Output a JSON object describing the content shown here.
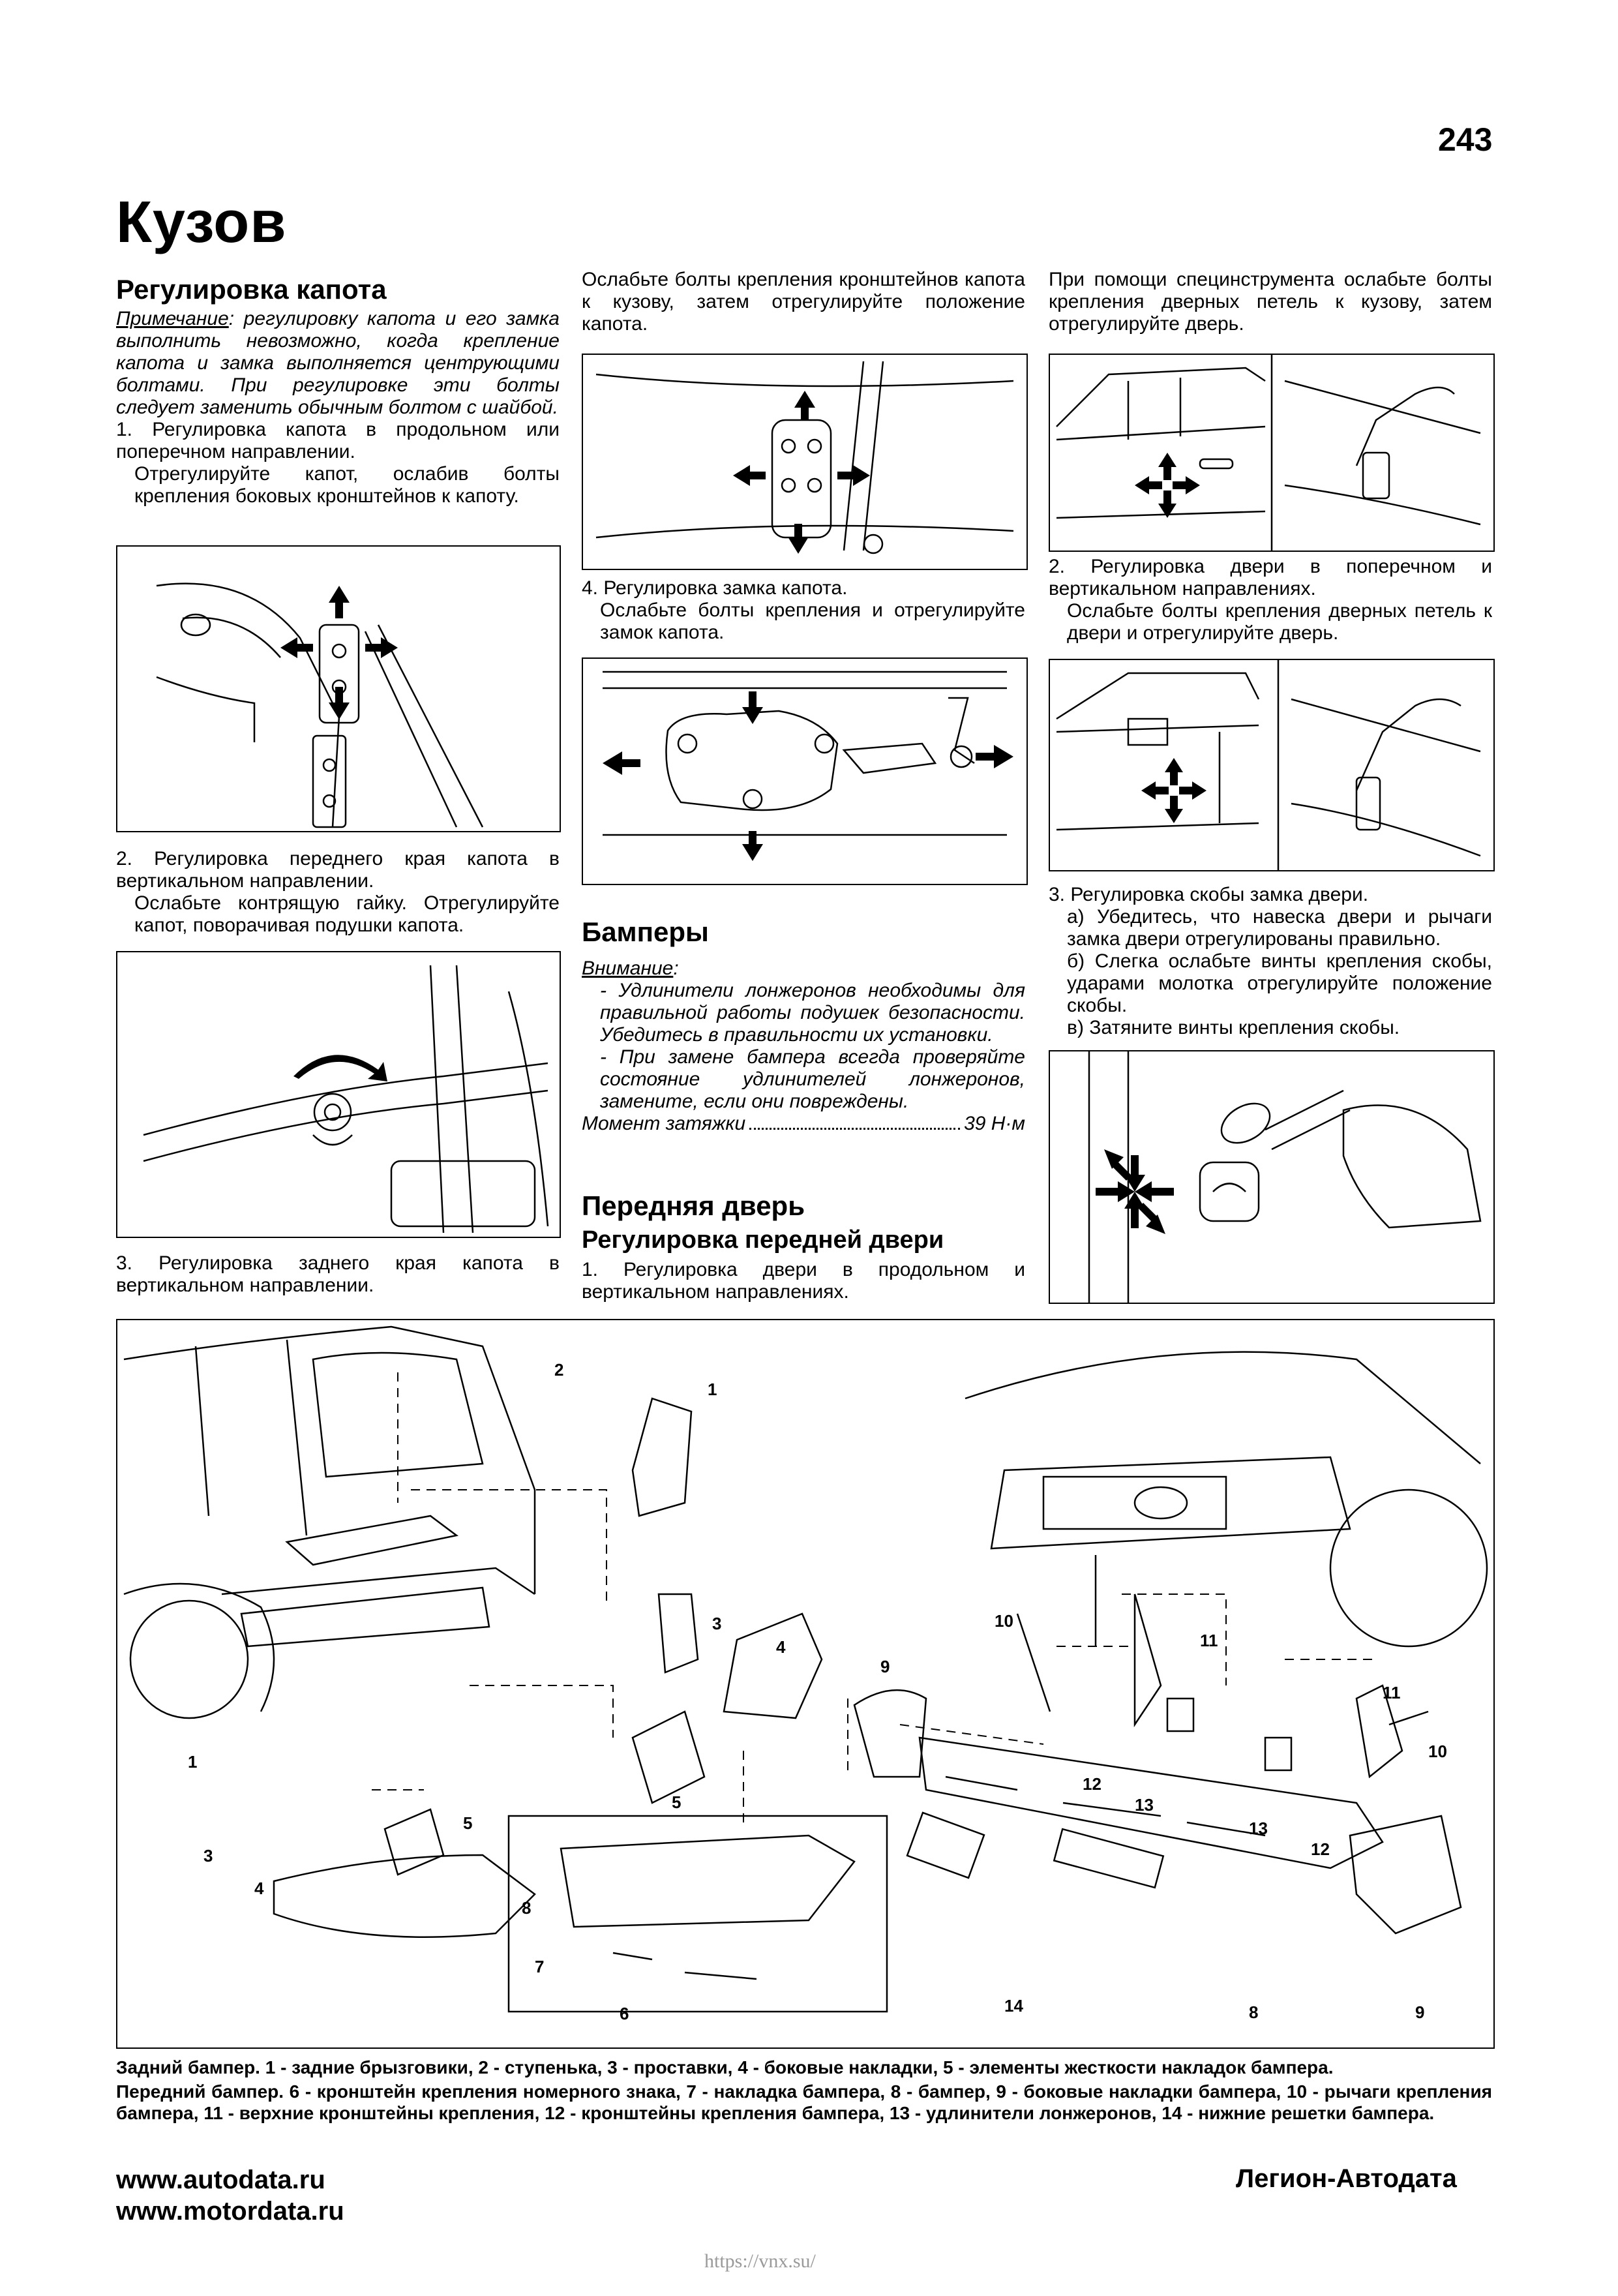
{
  "page_number": "243",
  "title": "Кузов",
  "col1": {
    "heading": "Регулировка капота",
    "note_label": "Примечание",
    "note_text": ": регулировку капота и его замка выполнить невозможно, когда крепление капота и замка выполняется центрующими болтами. При регулировке эти болты следует заменить обычным болтом с шайбой.",
    "step1_title": "1. Регулировка капота в продольном или поперечном направлении.",
    "step1_text": "Отрегулируйте капот, ослабив болты крепления боковых кронштейнов к капоту.",
    "step2_title": "2. Регулировка переднего края капота в вертикальном направлении.",
    "step2_text": "Ослабьте контрящую гайку. Отрегулируйте капот, поворачивая подушки капота.",
    "step3_title": "3. Регулировка заднего края капота в вертикальном направлении."
  },
  "col2": {
    "intro": "Ослабьте болты крепления кронштейнов капота к кузову, затем отрегулируйте положение капота.",
    "step4_title": "4. Регулировка замка капота.",
    "step4_text": "Ослабьте болты крепления и отрегулируйте замок капота.",
    "bumpers_heading": "Бамперы",
    "attention_label": "Внимание",
    "attention_1": "- Удлинители лонжеронов необходимы для правильной работы подушек безопасности. Убедитесь в правильности их установки.",
    "attention_2": "- При замене бампера всегда проверяйте состояние удлинителей лонжеронов, замените, если они повреждены.",
    "torque_label": "Момент затяжки",
    "torque_value": "39 Н·м",
    "door_heading": "Передняя дверь",
    "door_subheading": "Регулировка передней двери",
    "door_step1": "1. Регулировка двери в продольном и вертикальном направлениях."
  },
  "col3": {
    "intro": "При помощи специнструмента ослабьте болты крепления дверных петель к кузову, затем отрегулируйте дверь.",
    "step2_title": "2. Регулировка двери в поперечном и вертикальном направлениях.",
    "step2_text": "Ослабьте болты крепления дверных петель к двери и отрегулируйте дверь.",
    "step3_title": "3. Регулировка скобы замка двери.",
    "step3_a": "а) Убедитесь, что навеска двери и рычаги замка двери отрегулированы правильно.",
    "step3_b": "б) Слегка ослабьте винты крепления скобы, ударами молотка отрегулируйте положение скобы.",
    "step3_c": "в) Затяните винты крепления скобы."
  },
  "diagram_labels": [
    "1",
    "2",
    "3",
    "4",
    "5",
    "6",
    "7",
    "8",
    "9",
    "10",
    "11",
    "12",
    "13",
    "14"
  ],
  "caption_rear": "Задний бампер. 1 - задние брызговики, 2 - ступенька, 3 - проставки, 4 - боковые накладки, 5 - элементы жесткости накладок бампера.",
  "caption_front": "Передний бампер. 6 - кронштейн крепления номерного знака, 7 - накладка бампера, 8 - бампер, 9 - боковые накладки бампера, 10 - рычаги крепления бампера, 11 - верхние кронштейны крепления, 12 - кронштейны крепления бампера, 13 - удлинители лонжеронов, 14 - нижние решетки бампера.",
  "footer": {
    "site1": "www.autodata.ru",
    "site2": "www.motordata.ru",
    "publisher": "Легион-Автодата"
  },
  "watermark": "https://vnx.su/"
}
